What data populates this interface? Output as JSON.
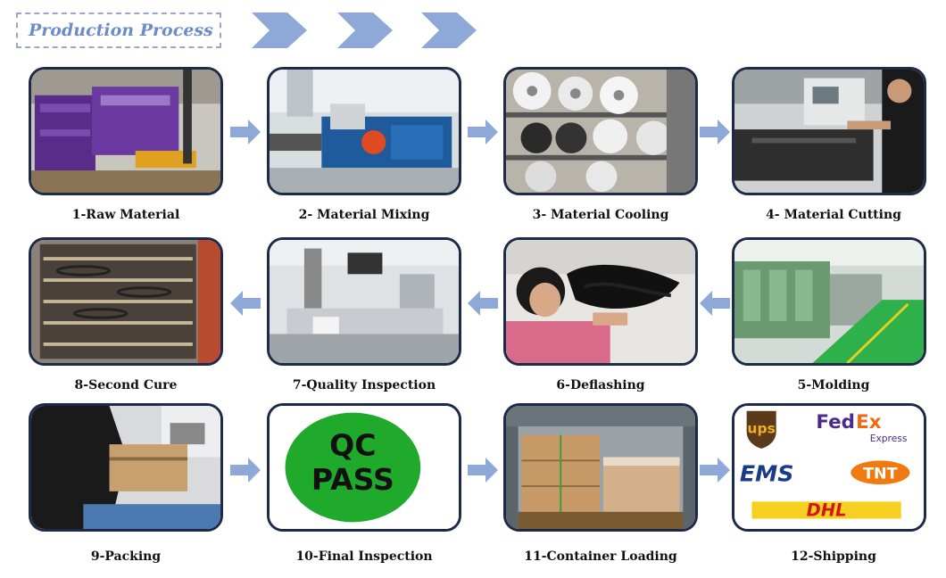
{
  "header": {
    "title": "Production Process"
  },
  "steps": [
    {
      "label": "1-Raw Material",
      "icon": "raw-material-photo"
    },
    {
      "label": "2- Material Mixing",
      "icon": "mixing-machine-photo"
    },
    {
      "label": "3- Material Cooling",
      "icon": "material-rolls-photo"
    },
    {
      "label": "4- Material Cutting",
      "icon": "cutting-station-photo"
    },
    {
      "label": "5-Molding",
      "icon": "molding-line-photo"
    },
    {
      "label": "6-Deflashing",
      "icon": "deflashing-worker-photo"
    },
    {
      "label": "7-Quality Inspection",
      "icon": "inspection-machine-photo"
    },
    {
      "label": "8-Second Cure",
      "icon": "curing-oven-photo"
    },
    {
      "label": "9-Packing",
      "icon": "packing-worker-photo"
    },
    {
      "label": "10-Final Inspection",
      "icon": "qc-pass-badge"
    },
    {
      "label": "11-Container Loading",
      "icon": "container-loading-photo"
    },
    {
      "label": "12-Shipping",
      "icon": "courier-logos"
    }
  ],
  "qc_badge": {
    "line1": "QC",
    "line2": "PASS"
  },
  "couriers": {
    "ups": "ups",
    "fedex_fed": "Fed",
    "fedex_ex": "Ex",
    "fedex_express": "Express",
    "ems": "EMS",
    "tnt": "TNT",
    "dhl": "DHL"
  },
  "colors": {
    "arrow": "#8ea9d8",
    "card_border": "#1d2b48",
    "header_text": "#6b8cc8",
    "qc_green": "#1faa2c"
  }
}
